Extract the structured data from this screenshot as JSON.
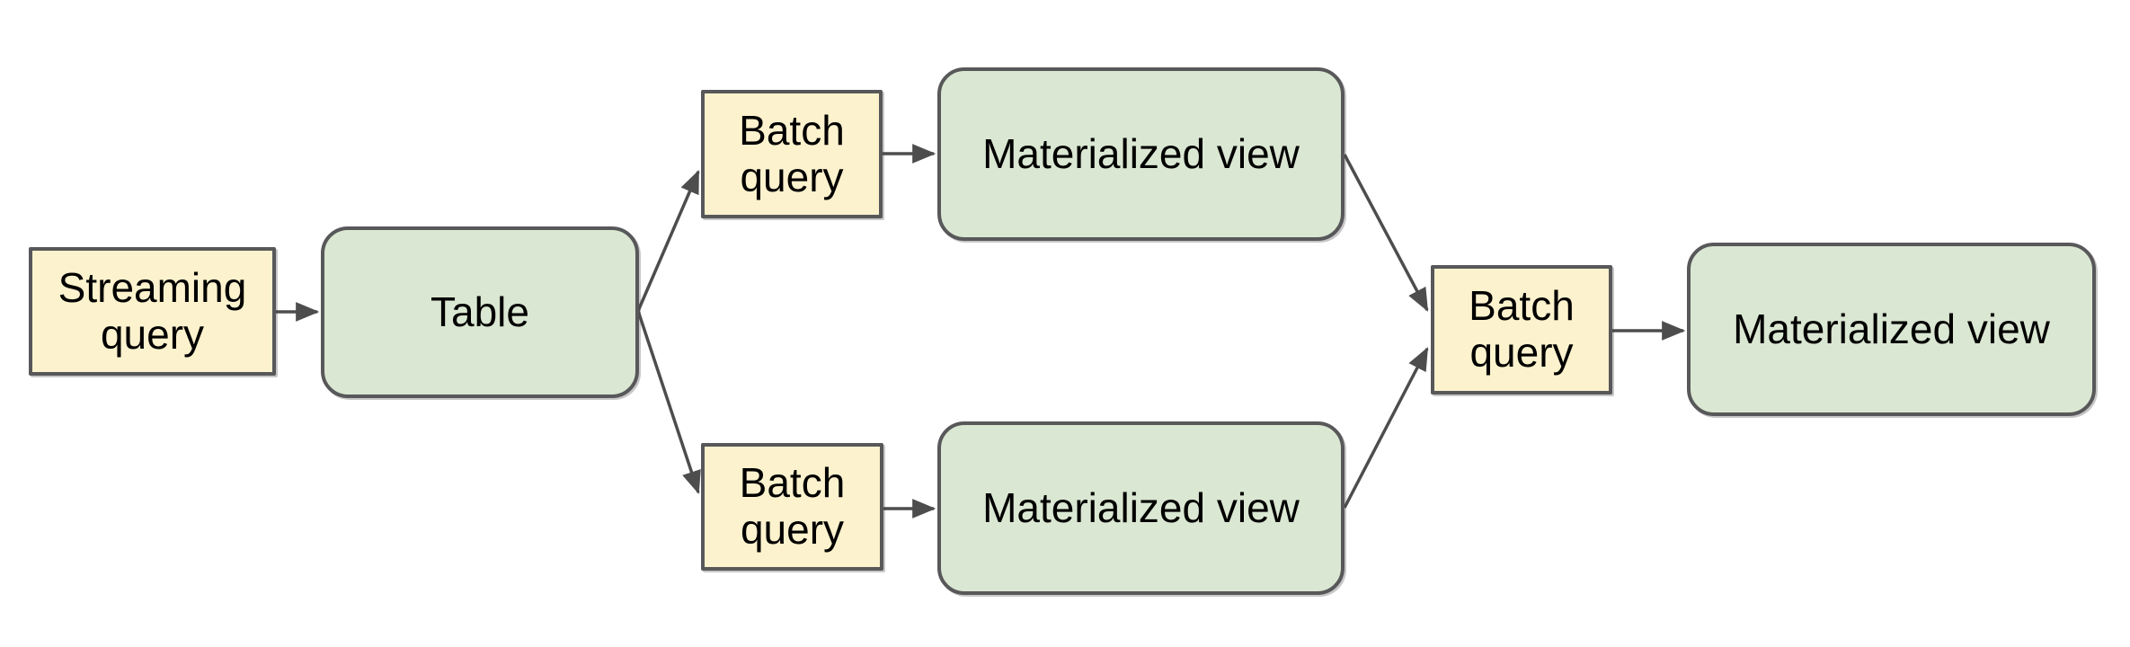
{
  "diagram": {
    "type": "flowchart",
    "background": "#ffffff",
    "palette": {
      "query_fill": "#fcf2cd",
      "view_fill": "#dae7d2",
      "node_border": "#58585a",
      "arrow": "#4d4d4d",
      "text": "#000000"
    },
    "nodes": [
      {
        "id": "streaming-query",
        "label": "Streaming query",
        "shape": "rectangle",
        "fill": "query"
      },
      {
        "id": "table",
        "label": "Table",
        "shape": "rounded-rectangle",
        "fill": "view"
      },
      {
        "id": "batch-query-top",
        "label": "Batch query",
        "shape": "rectangle",
        "fill": "query"
      },
      {
        "id": "materialized-view-top",
        "label": "Materialized view",
        "shape": "rounded-rectangle",
        "fill": "view"
      },
      {
        "id": "batch-query-bottom",
        "label": "Batch query",
        "shape": "rectangle",
        "fill": "query"
      },
      {
        "id": "materialized-view-bottom",
        "label": "Materialized view",
        "shape": "rounded-rectangle",
        "fill": "view"
      },
      {
        "id": "batch-query-right",
        "label": "Batch query",
        "shape": "rectangle",
        "fill": "query"
      },
      {
        "id": "materialized-view-right",
        "label": "Materialized view",
        "shape": "rounded-rectangle",
        "fill": "view"
      }
    ],
    "edges": [
      {
        "from": "streaming-query",
        "to": "table"
      },
      {
        "from": "table",
        "to": "batch-query-top"
      },
      {
        "from": "table",
        "to": "batch-query-bottom"
      },
      {
        "from": "batch-query-top",
        "to": "materialized-view-top"
      },
      {
        "from": "batch-query-bottom",
        "to": "materialized-view-bottom"
      },
      {
        "from": "materialized-view-top",
        "to": "batch-query-right"
      },
      {
        "from": "materialized-view-bottom",
        "to": "batch-query-right"
      },
      {
        "from": "batch-query-right",
        "to": "materialized-view-right"
      }
    ]
  }
}
